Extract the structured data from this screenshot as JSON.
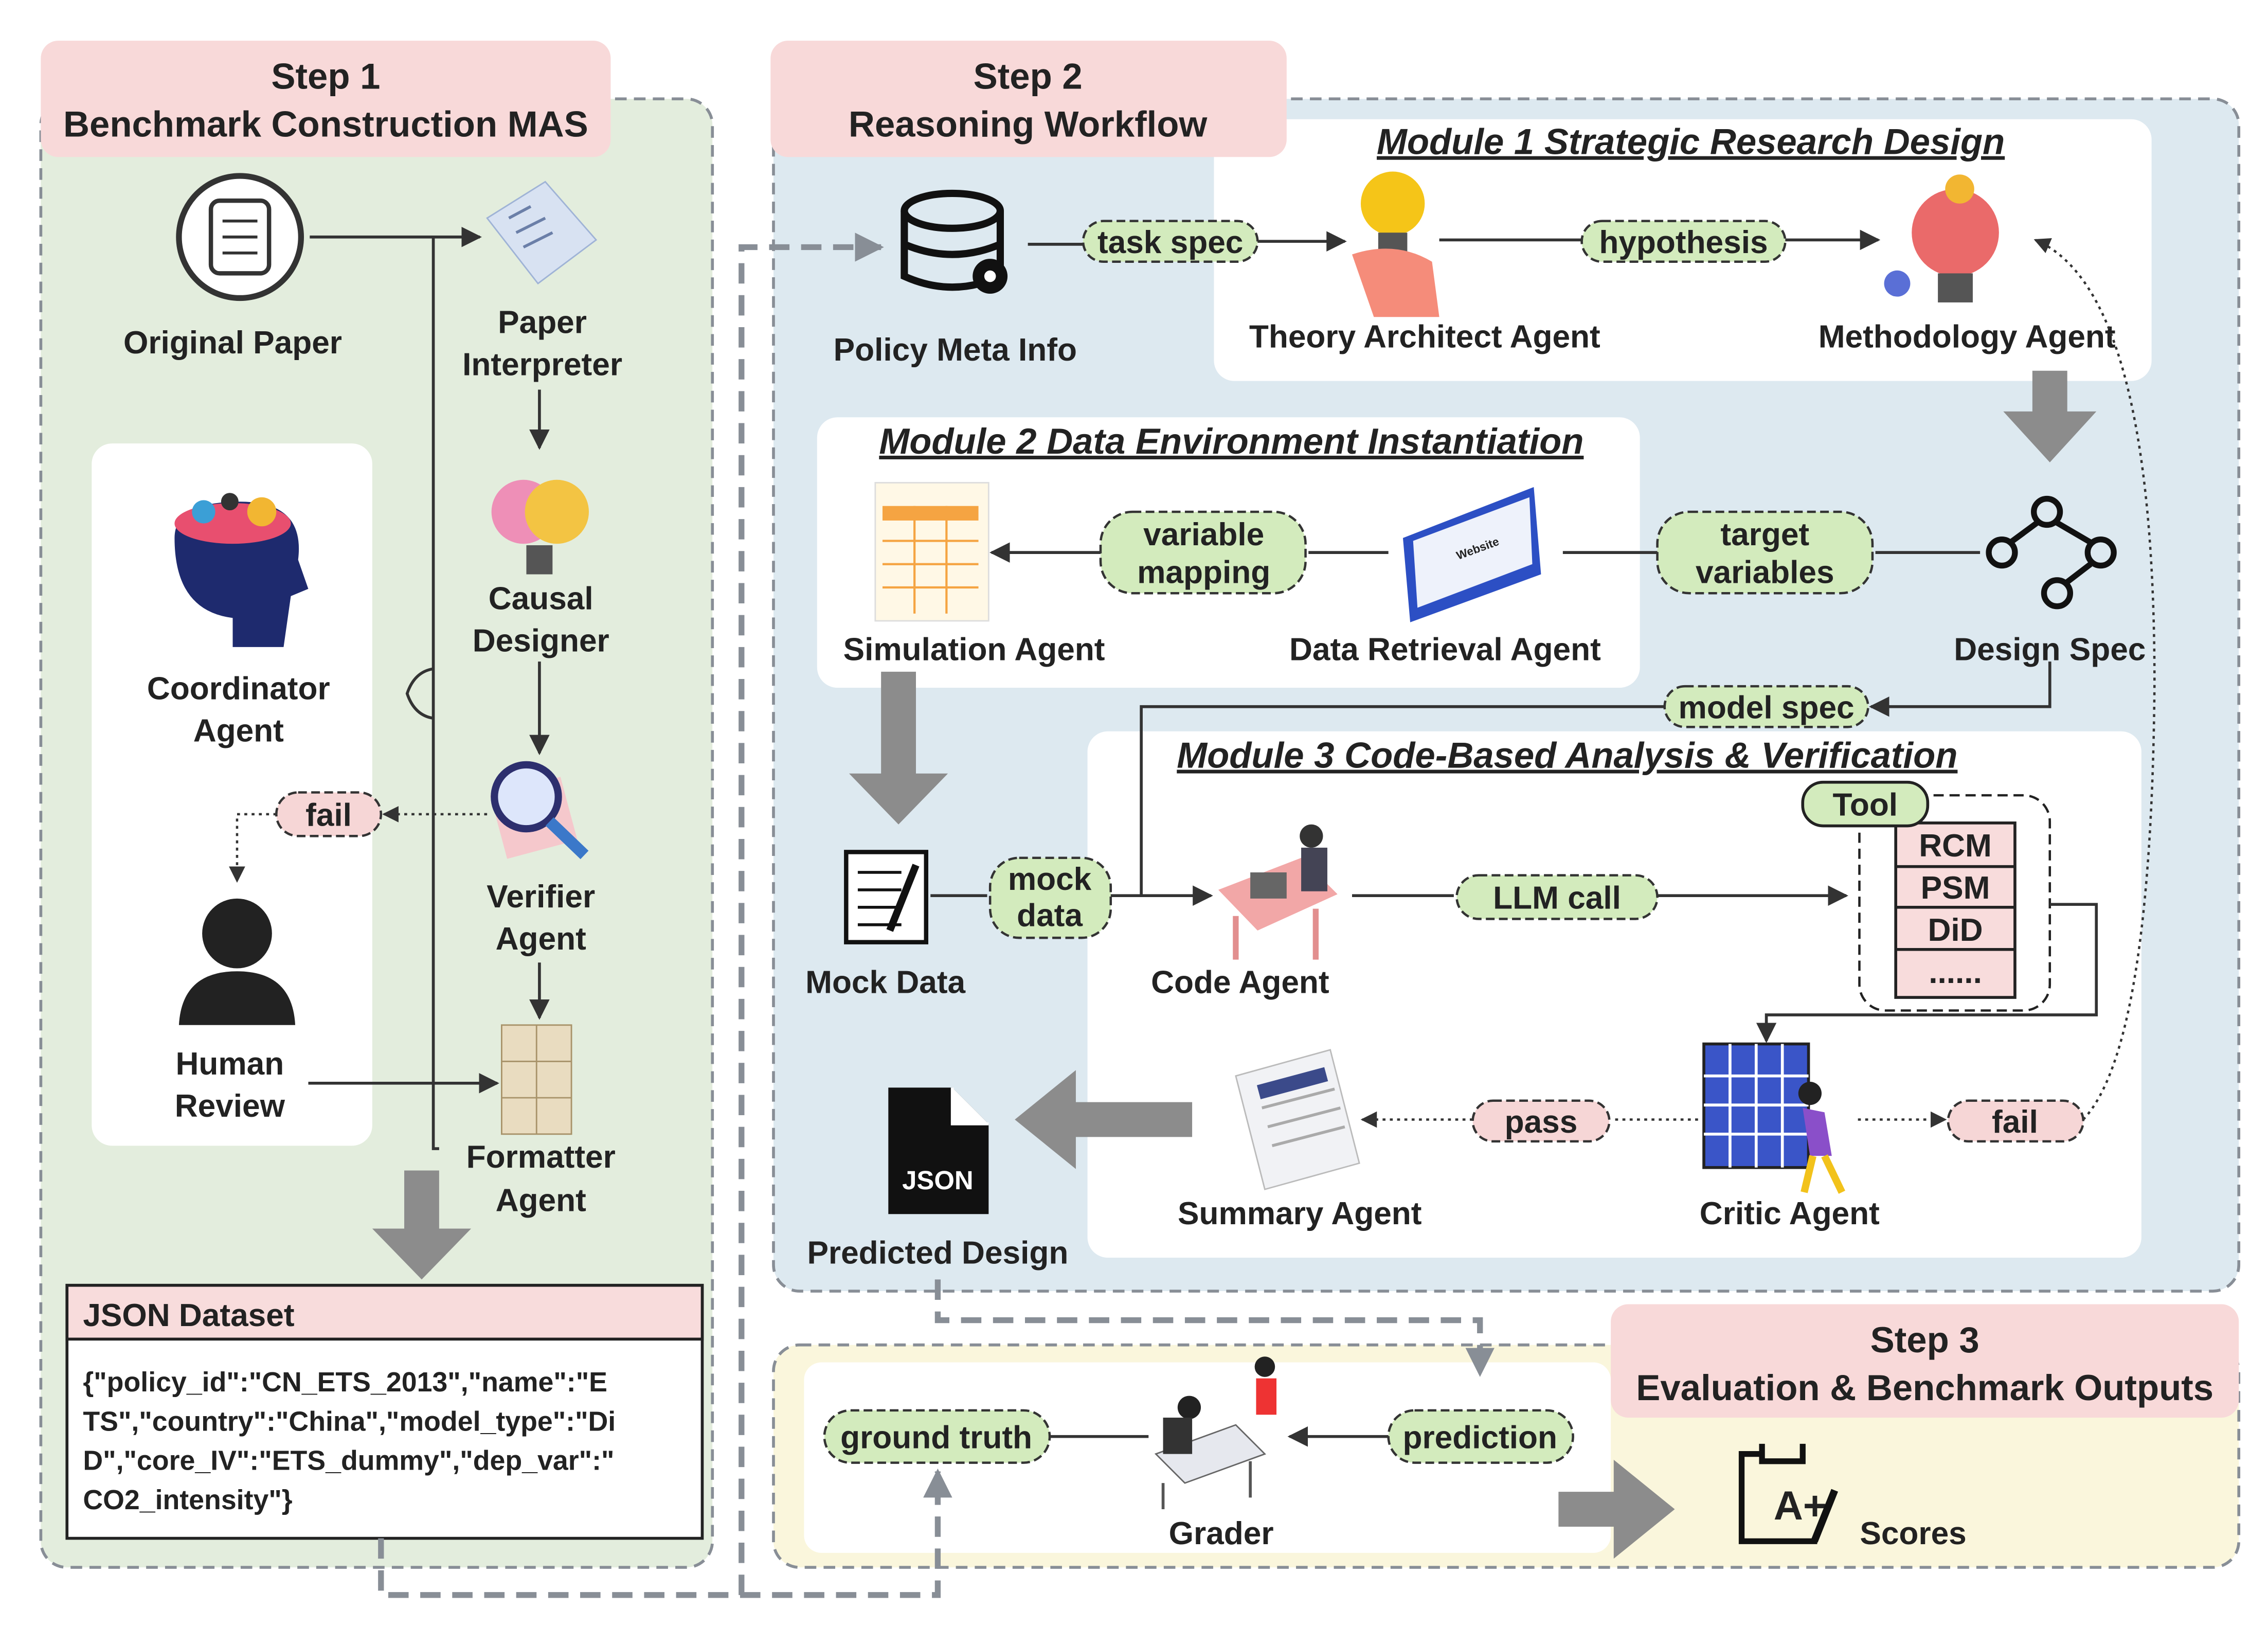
{
  "step1": {
    "title_line1": "Step 1",
    "title_line2": "Benchmark Construction MAS",
    "original_paper": "Original Paper",
    "paper_interpreter": [
      "Paper",
      "Interpreter"
    ],
    "causal_designer": [
      "Causal",
      "Designer"
    ],
    "verifier_agent": [
      "Verifier",
      "Agent"
    ],
    "formatter_agent": [
      "Formatter",
      "Agent"
    ],
    "coordinator_agent": [
      "Coordinator",
      "Agent"
    ],
    "human_review": [
      "Human",
      "Review"
    ],
    "fail": "fail"
  },
  "json_dataset": {
    "title": "JSON Dataset",
    "lines": [
      "{\"policy_id\":\"CN_ETS_2013\",\"name\":\"E",
      "TS\",\"country\":\"China\",\"model_type\":\"Di",
      "D\",\"core_IV\":\"ETS_dummy\",\"dep_var\":\"",
      "CO2_intensity\"}"
    ]
  },
  "step2": {
    "title_line1": "Step 2",
    "title_line2": "Reasoning Workflow",
    "policy_meta_info": "Policy Meta Info",
    "task_spec": "task spec",
    "module1": {
      "title": "Module 1 Strategic Research Design",
      "theory_architect": "Theory Architect Agent",
      "hypothesis": "hypothesis",
      "methodology": "Methodology Agent"
    },
    "module2": {
      "title": "Module 2 Data Environment Instantiation",
      "simulation": "Simulation Agent",
      "variable_mapping": [
        "variable",
        "mapping"
      ],
      "data_retrieval": "Data Retrieval Agent",
      "website_label": "Website",
      "target_variables": [
        "target",
        "variables"
      ],
      "design_spec": "Design Spec"
    },
    "model_spec": "model spec",
    "module3": {
      "title": "Module 3 Code-Based Analysis & Verification",
      "mock_data": "Mock Data",
      "mock_data_pill": [
        "mock",
        "data"
      ],
      "code_agent": "Code Agent",
      "llm_call": "LLM call",
      "tool": "Tool",
      "tools": [
        "RCM",
        "PSM",
        "DiD",
        "......"
      ],
      "summary_agent": "Summary Agent",
      "pass": "pass",
      "critic_agent": "Critic Agent",
      "fail": "fail"
    },
    "json_icon": "JSON",
    "predicted_design": "Predicted Design"
  },
  "step3": {
    "title_line1": "Step 3",
    "title_line2": "Evaluation & Benchmark Outputs",
    "ground_truth": "ground truth",
    "grader": "Grader",
    "prediction": "prediction",
    "scores": "Scores",
    "score_icon": "A+"
  },
  "colors": {
    "step1_bg": "#e3eddd",
    "step2_bg": "#dde9f0",
    "step3_bg": "#faf6dc",
    "header_pink": "#f8d9d9",
    "pill_green": "#d3ebbd",
    "pill_pink": "#f6d6d6"
  }
}
